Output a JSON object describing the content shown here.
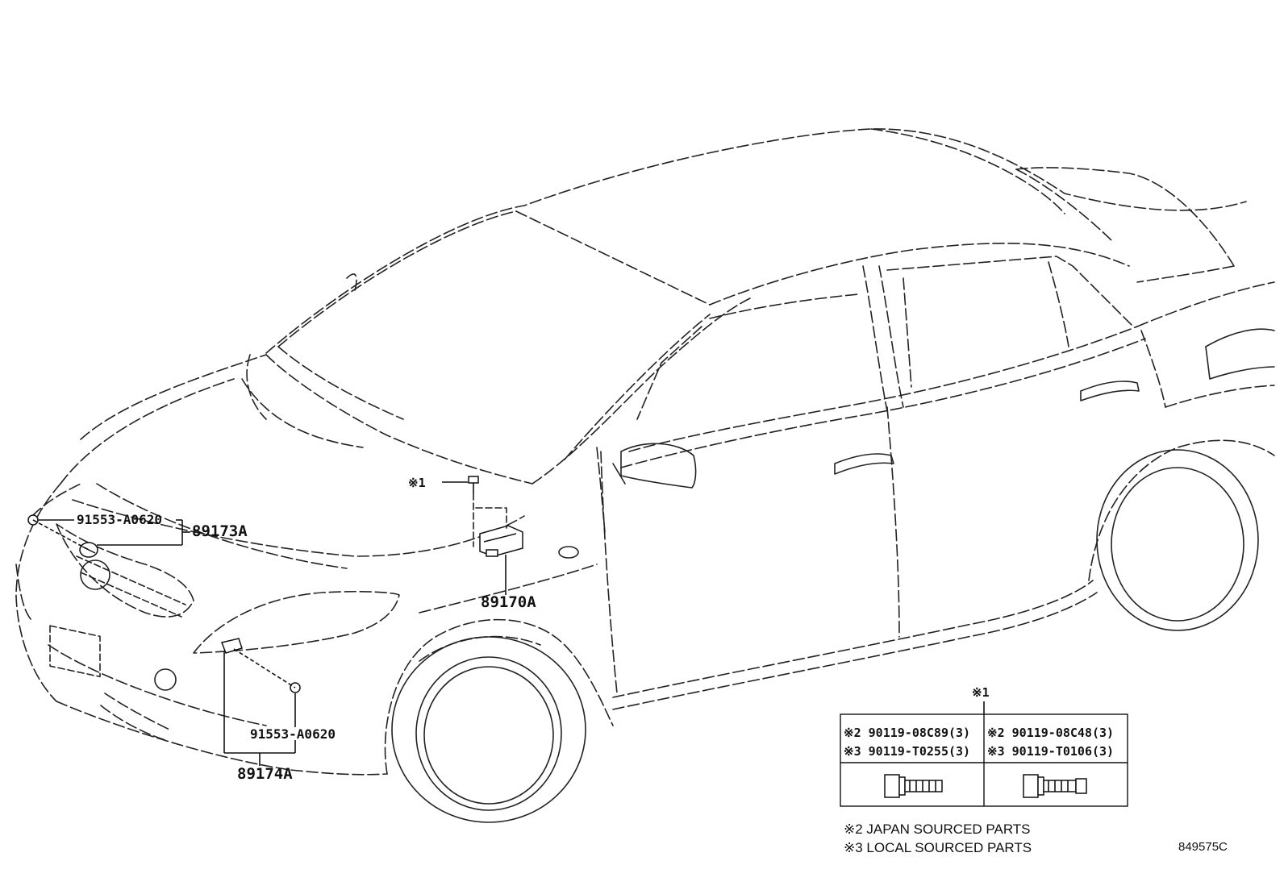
{
  "callouts": {
    "bolt_top_mark": "※1",
    "front_bolt_left": "91553-A0620",
    "sensor_left": "89173A",
    "sensor_center": "89170A",
    "front_bolt_right": "91553-A0620",
    "sensor_right": "89174A"
  },
  "bolt_table": {
    "mark": "※1",
    "rows": [
      {
        "left": "※2 90119-08C89(3)",
        "right": "※2 90119-08C48(3)"
      },
      {
        "left": "※3 90119-T0255(3)",
        "right": "※3 90119-T0106(3)"
      }
    ]
  },
  "notes": [
    "※2 JAPAN SOURCED PARTS",
    "※3 LOCAL SOURCED PARTS"
  ],
  "illustration_code": "849575C"
}
